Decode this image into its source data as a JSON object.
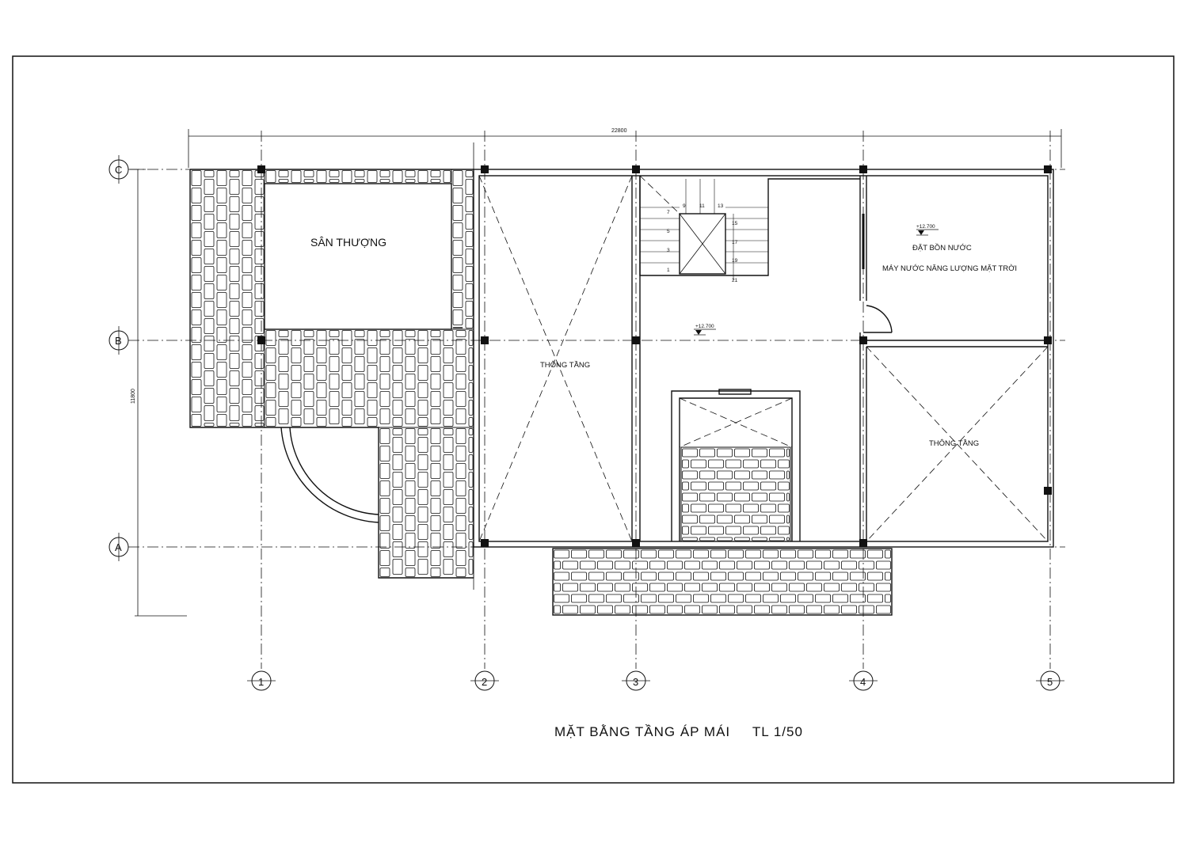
{
  "drawing": {
    "title": "MẶT BẰNG TẦNG ÁP MÁI",
    "scale": "TL 1/50",
    "dim_overall_width": "22800",
    "dim_overall_depth": "11800"
  },
  "grid": {
    "columns": [
      "1",
      "2",
      "3",
      "4",
      "5"
    ],
    "rows": [
      "C",
      "B",
      "A"
    ]
  },
  "rooms": {
    "roof_terrace": "SÂN THƯỢNG",
    "void_left": "THÔNG TẦNG",
    "void_right": "THÔNG TẦNG",
    "water_tank": "ĐẶT BỒN NƯỚC",
    "solar_heater": "MÁY NƯỚC NĂNG LƯỢNG MẶT TRỜI"
  },
  "levels": {
    "level_1": "+12.700",
    "level_2": "+12.700"
  },
  "stairs": {
    "steps_left": [
      "1",
      "3",
      "5",
      "7"
    ],
    "steps_top": [
      "9",
      "11",
      "13"
    ],
    "steps_right": [
      "15",
      "17",
      "19"
    ],
    "step_end": "21"
  },
  "colors": {
    "line": "#111111",
    "background": "#ffffff"
  }
}
